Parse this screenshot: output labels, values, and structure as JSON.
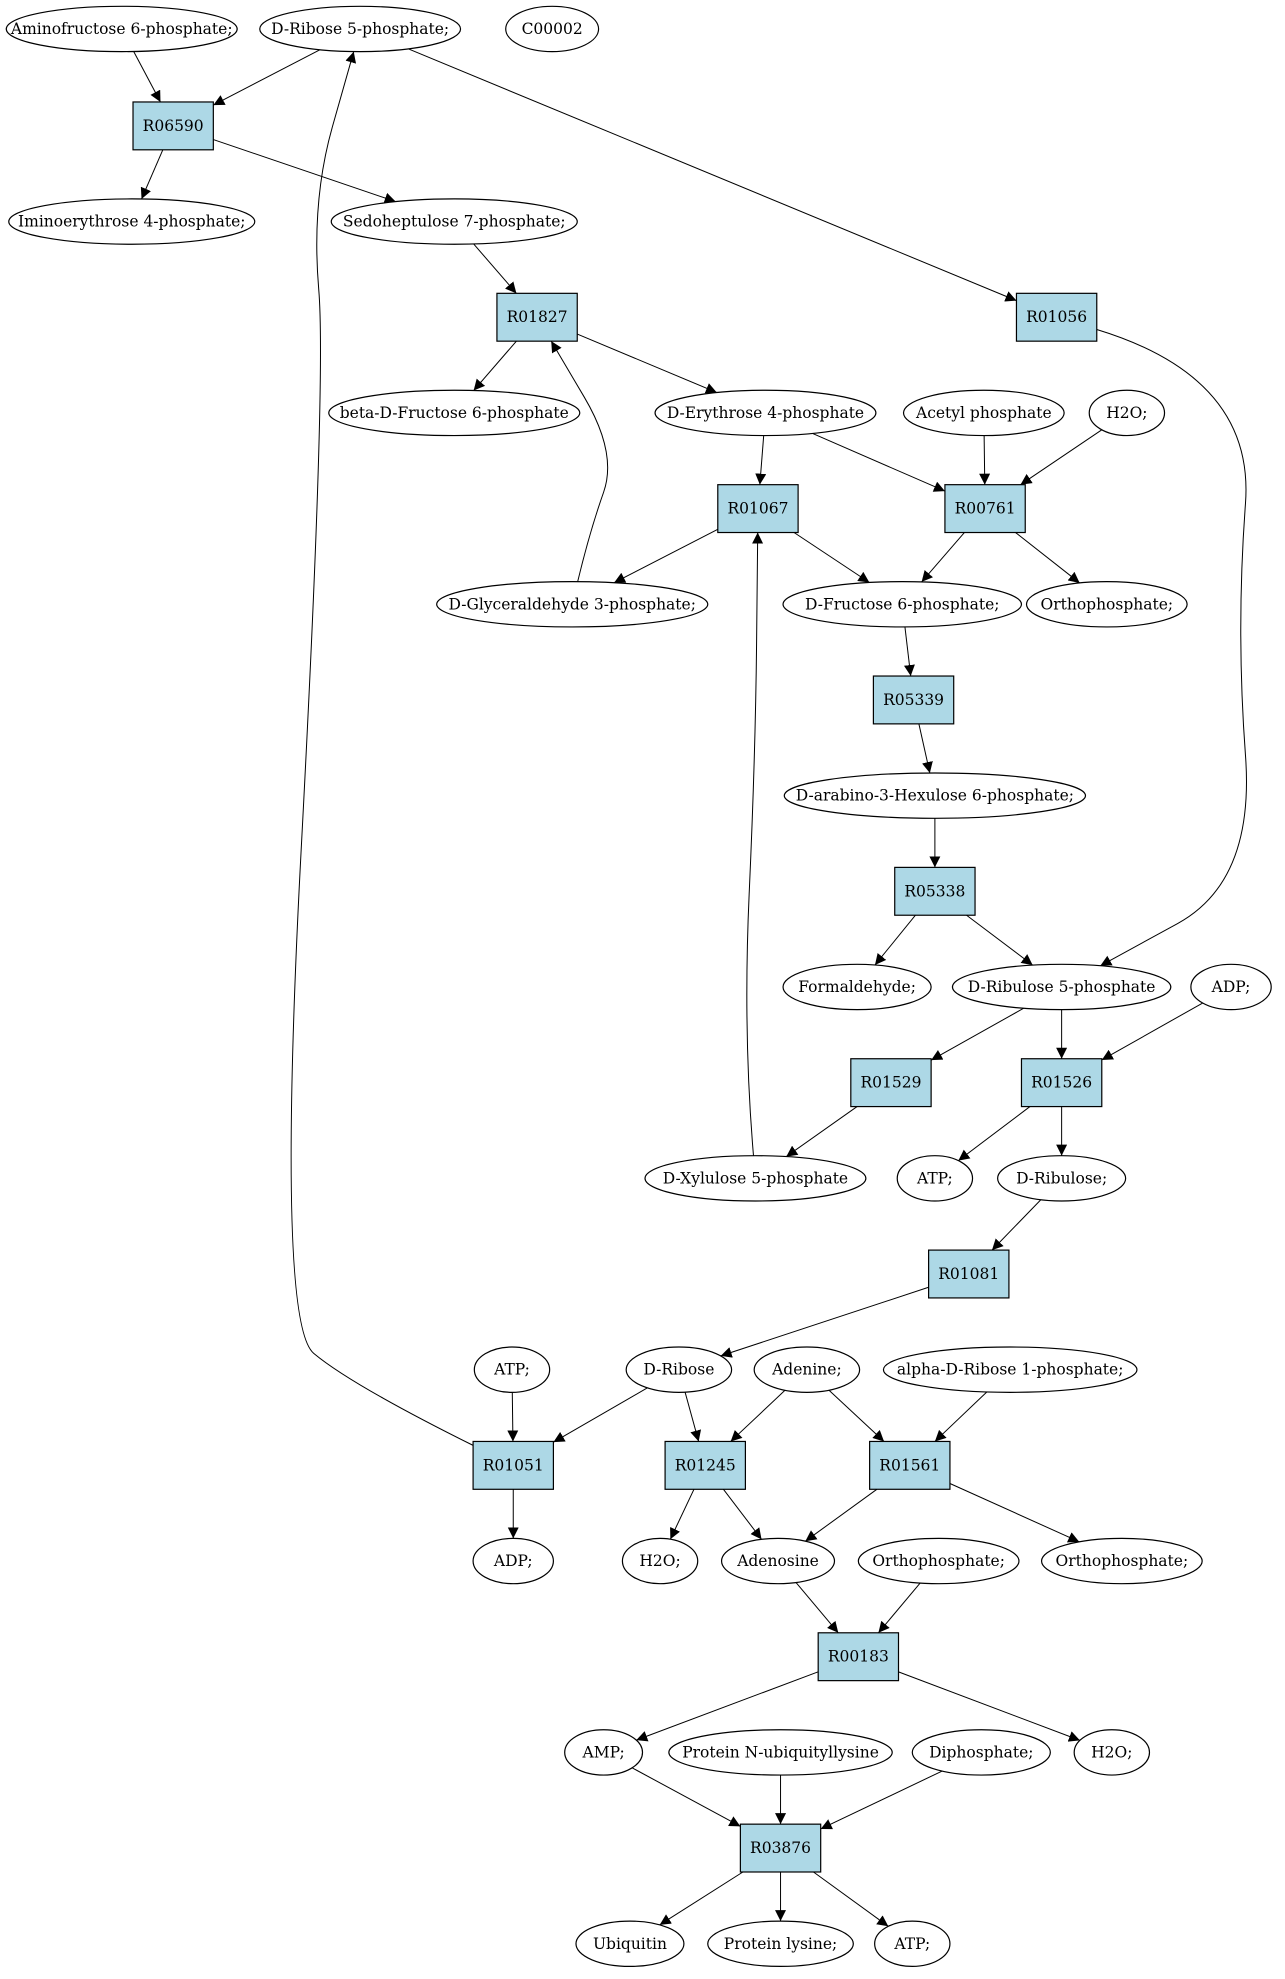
{
  "colors": {
    "reaction_fill": "#add8e6",
    "compound_fill": "#ffffff",
    "highlight_green": "#00ee00",
    "highlight_yellow": "#ffff00"
  },
  "nodes": [
    {
      "id": "aminofructose6p",
      "label": "Aminofructose 6-phosphate;",
      "kind": "compound"
    },
    {
      "id": "ribose5p",
      "label": "D-Ribose 5-phosphate;",
      "kind": "compound",
      "highlight": "green"
    },
    {
      "id": "c00002",
      "label": "C00002",
      "kind": "compound",
      "highlight": "yellow"
    },
    {
      "id": "R06590",
      "label": "R06590",
      "kind": "reaction"
    },
    {
      "id": "iminoerythrose4p",
      "label": "Iminoerythrose 4-phosphate;",
      "kind": "compound"
    },
    {
      "id": "sedoheptulose7p",
      "label": "Sedoheptulose 7-phosphate;",
      "kind": "compound"
    },
    {
      "id": "R01827",
      "label": "R01827",
      "kind": "reaction"
    },
    {
      "id": "R01056",
      "label": "R01056",
      "kind": "reaction"
    },
    {
      "id": "betafructose6p",
      "label": "beta-D-Fructose 6-phosphate",
      "kind": "compound"
    },
    {
      "id": "erythrose4p",
      "label": "D-Erythrose 4-phosphate",
      "kind": "compound"
    },
    {
      "id": "acetylphosphate",
      "label": "Acetyl phosphate",
      "kind": "compound"
    },
    {
      "id": "h2o_1",
      "label": "H2O;",
      "kind": "compound"
    },
    {
      "id": "R01067",
      "label": "R01067",
      "kind": "reaction"
    },
    {
      "id": "R00761",
      "label": "R00761",
      "kind": "reaction"
    },
    {
      "id": "glyceraldehyde3p",
      "label": "D-Glyceraldehyde 3-phosphate;",
      "kind": "compound"
    },
    {
      "id": "fructose6p",
      "label": "D-Fructose 6-phosphate;",
      "kind": "compound"
    },
    {
      "id": "orthophosphate_1",
      "label": "Orthophosphate;",
      "kind": "compound"
    },
    {
      "id": "R05339",
      "label": "R05339",
      "kind": "reaction"
    },
    {
      "id": "hexulose6p",
      "label": "D-arabino-3-Hexulose 6-phosphate;",
      "kind": "compound"
    },
    {
      "id": "R05338",
      "label": "R05338",
      "kind": "reaction"
    },
    {
      "id": "formaldehyde",
      "label": "Formaldehyde;",
      "kind": "compound"
    },
    {
      "id": "ribulose5p",
      "label": "D-Ribulose 5-phosphate",
      "kind": "compound"
    },
    {
      "id": "adp_1",
      "label": "ADP;",
      "kind": "compound"
    },
    {
      "id": "R01529",
      "label": "R01529",
      "kind": "reaction"
    },
    {
      "id": "R01526",
      "label": "R01526",
      "kind": "reaction"
    },
    {
      "id": "xylulose5p",
      "label": "D-Xylulose 5-phosphate",
      "kind": "compound"
    },
    {
      "id": "atp_1",
      "label": "ATP;",
      "kind": "compound"
    },
    {
      "id": "ribulose",
      "label": "D-Ribulose;",
      "kind": "compound"
    },
    {
      "id": "R01081",
      "label": "R01081",
      "kind": "reaction"
    },
    {
      "id": "atp_2",
      "label": "ATP;",
      "kind": "compound"
    },
    {
      "id": "ribose",
      "label": "D-Ribose",
      "kind": "compound"
    },
    {
      "id": "adenine",
      "label": "Adenine;",
      "kind": "compound"
    },
    {
      "id": "ribose1p",
      "label": "alpha-D-Ribose 1-phosphate;",
      "kind": "compound"
    },
    {
      "id": "R01051",
      "label": "R01051",
      "kind": "reaction"
    },
    {
      "id": "R01245",
      "label": "R01245",
      "kind": "reaction"
    },
    {
      "id": "R01561",
      "label": "R01561",
      "kind": "reaction"
    },
    {
      "id": "adp_2",
      "label": "ADP;",
      "kind": "compound"
    },
    {
      "id": "h2o_2",
      "label": "H2O;",
      "kind": "compound"
    },
    {
      "id": "adenosine",
      "label": "Adenosine",
      "kind": "compound"
    },
    {
      "id": "orthophosphate_2",
      "label": "Orthophosphate;",
      "kind": "compound"
    },
    {
      "id": "orthophosphate_3",
      "label": "Orthophosphate;",
      "kind": "compound"
    },
    {
      "id": "R00183",
      "label": "R00183",
      "kind": "reaction"
    },
    {
      "id": "amp",
      "label": "AMP;",
      "kind": "compound"
    },
    {
      "id": "ubiquityllysine",
      "label": "Protein N-ubiquityllysine",
      "kind": "compound"
    },
    {
      "id": "diphosphate",
      "label": "Diphosphate;",
      "kind": "compound"
    },
    {
      "id": "h2o_3",
      "label": "H2O;",
      "kind": "compound"
    },
    {
      "id": "R03876",
      "label": "R03876",
      "kind": "reaction"
    },
    {
      "id": "ubiquitin",
      "label": "Ubiquitin",
      "kind": "compound"
    },
    {
      "id": "proteinlysine",
      "label": "Protein lysine;",
      "kind": "compound"
    },
    {
      "id": "atp_3",
      "label": "ATP;",
      "kind": "compound"
    }
  ],
  "edges": [
    {
      "from": "aminofructose6p",
      "to": "R06590"
    },
    {
      "from": "ribose5p",
      "to": "R06590"
    },
    {
      "from": "R06590",
      "to": "iminoerythrose4p"
    },
    {
      "from": "R06590",
      "to": "sedoheptulose7p"
    },
    {
      "from": "ribose5p",
      "to": "R01056"
    },
    {
      "from": "sedoheptulose7p",
      "to": "R01827"
    },
    {
      "from": "R01827",
      "to": "betafructose6p"
    },
    {
      "from": "R01827",
      "to": "erythrose4p"
    },
    {
      "from": "glyceraldehyde3p",
      "to": "R01827"
    },
    {
      "from": "R01056",
      "to": "ribulose5p"
    },
    {
      "from": "erythrose4p",
      "to": "R01067"
    },
    {
      "from": "erythrose4p",
      "to": "R00761"
    },
    {
      "from": "acetylphosphate",
      "to": "R00761"
    },
    {
      "from": "h2o_1",
      "to": "R00761"
    },
    {
      "from": "R01067",
      "to": "glyceraldehyde3p"
    },
    {
      "from": "R01067",
      "to": "fructose6p"
    },
    {
      "from": "R00761",
      "to": "fructose6p"
    },
    {
      "from": "R00761",
      "to": "orthophosphate_1"
    },
    {
      "from": "fructose6p",
      "to": "R05339"
    },
    {
      "from": "R05339",
      "to": "hexulose6p"
    },
    {
      "from": "hexulose6p",
      "to": "R05338"
    },
    {
      "from": "R05338",
      "to": "formaldehyde"
    },
    {
      "from": "R05338",
      "to": "ribulose5p"
    },
    {
      "from": "ribulose5p",
      "to": "R01529"
    },
    {
      "from": "ribulose5p",
      "to": "R01526"
    },
    {
      "from": "adp_1",
      "to": "R01526"
    },
    {
      "from": "R01529",
      "to": "xylulose5p"
    },
    {
      "from": "xylulose5p",
      "to": "R01067"
    },
    {
      "from": "R01526",
      "to": "atp_1"
    },
    {
      "from": "R01526",
      "to": "ribulose"
    },
    {
      "from": "ribulose",
      "to": "R01081"
    },
    {
      "from": "R01081",
      "to": "ribose"
    },
    {
      "from": "atp_2",
      "to": "R01051"
    },
    {
      "from": "ribose",
      "to": "R01051"
    },
    {
      "from": "ribose",
      "to": "R01245"
    },
    {
      "from": "adenine",
      "to": "R01245"
    },
    {
      "from": "adenine",
      "to": "R01561"
    },
    {
      "from": "ribose1p",
      "to": "R01561"
    },
    {
      "from": "R01051",
      "to": "ribose5p"
    },
    {
      "from": "R01051",
      "to": "adp_2"
    },
    {
      "from": "R01245",
      "to": "h2o_2"
    },
    {
      "from": "R01245",
      "to": "adenosine"
    },
    {
      "from": "R01561",
      "to": "adenosine"
    },
    {
      "from": "R01561",
      "to": "orthophosphate_3"
    },
    {
      "from": "adenosine",
      "to": "R00183"
    },
    {
      "from": "orthophosphate_2",
      "to": "R00183"
    },
    {
      "from": "R00183",
      "to": "amp"
    },
    {
      "from": "R00183",
      "to": "h2o_3"
    },
    {
      "from": "amp",
      "to": "R03876"
    },
    {
      "from": "ubiquityllysine",
      "to": "R03876"
    },
    {
      "from": "diphosphate",
      "to": "R03876"
    },
    {
      "from": "R03876",
      "to": "ubiquitin"
    },
    {
      "from": "R03876",
      "to": "proteinlysine"
    },
    {
      "from": "R03876",
      "to": "atp_3"
    }
  ]
}
